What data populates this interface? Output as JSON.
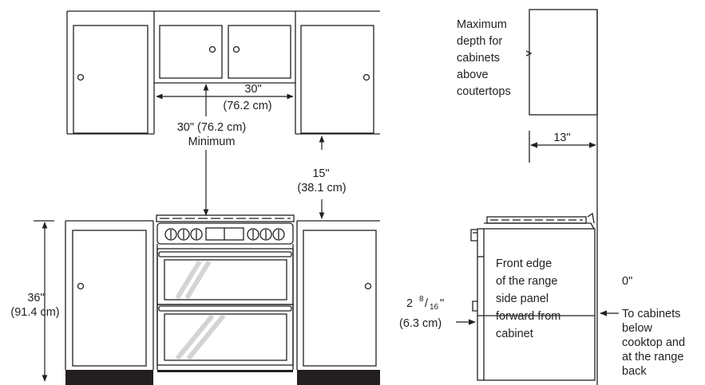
{
  "labels": {
    "upper_width_value": "30\"",
    "upper_width_metric": "(76.2 cm)",
    "clearance_value": "30\" (76.2 cm)",
    "clearance_note": "Minimum",
    "gap_value": "15\"",
    "gap_metric": "(38.1 cm)",
    "height_value": "36\"",
    "height_metric": "(91.4 cm)",
    "max_depth_lines": [
      "Maximum",
      "depth for",
      "cabinets",
      "above",
      "coutertops"
    ],
    "depth_value": "13\"",
    "front_edge_lines": [
      "Front edge",
      "of the range",
      "side panel",
      "forward from",
      "cabinet"
    ],
    "forward_whole": "2",
    "forward_num": "8",
    "forward_slash": "/",
    "forward_den": "16",
    "forward_quote": "\"",
    "forward_metric": "(6.3 cm)",
    "zero_value": "0\"",
    "zero_note_lines": [
      "To cabinets",
      "below",
      "cooktop and",
      "at the range",
      "back"
    ]
  },
  "colors": {
    "line": "#231f20",
    "glass_stripe": "#d4d4d4",
    "toe_kick": "#231f20"
  }
}
